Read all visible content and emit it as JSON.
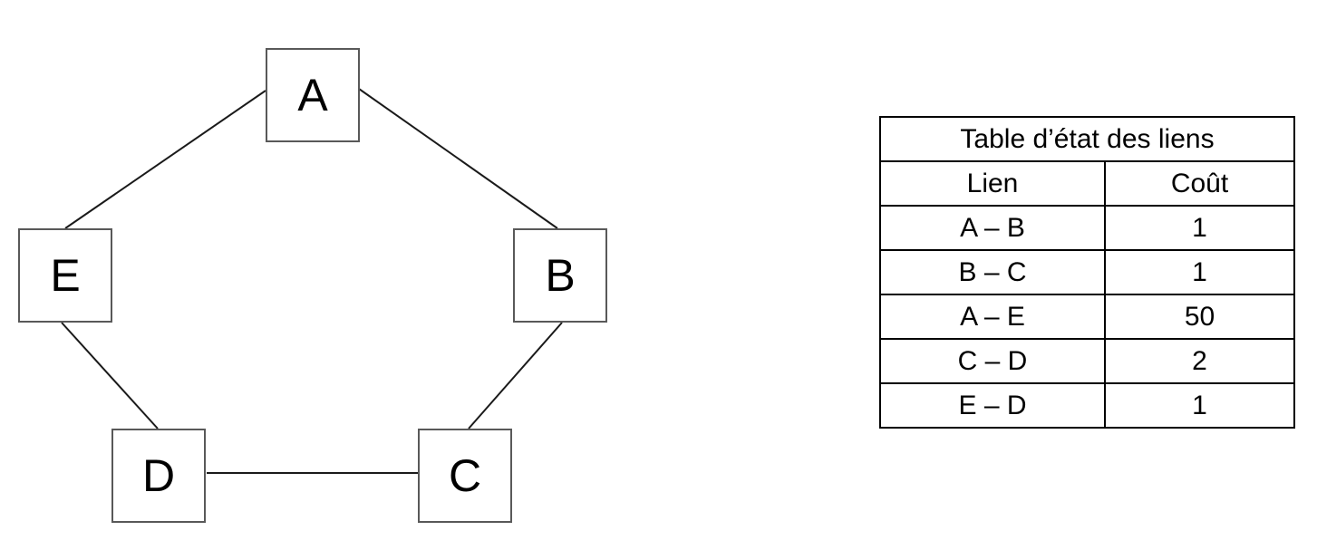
{
  "diagram": {
    "name": "network-topology",
    "nodes": [
      {
        "id": "A",
        "label": "A"
      },
      {
        "id": "B",
        "label": "B"
      },
      {
        "id": "C",
        "label": "C"
      },
      {
        "id": "D",
        "label": "D"
      },
      {
        "id": "E",
        "label": "E"
      }
    ],
    "edges": [
      {
        "from": "A",
        "to": "E"
      },
      {
        "from": "A",
        "to": "B"
      },
      {
        "from": "B",
        "to": "C"
      },
      {
        "from": "E",
        "to": "D"
      },
      {
        "from": "D",
        "to": "C"
      }
    ]
  },
  "table": {
    "title": "Table d’état des liens",
    "columns": [
      "Lien",
      "Coût"
    ],
    "rows": [
      {
        "lien": "A – B",
        "cout": "1"
      },
      {
        "lien": "B – C",
        "cout": "1"
      },
      {
        "lien": "A – E",
        "cout": "50"
      },
      {
        "lien": "C – D",
        "cout": "2"
      },
      {
        "lien": "E – D",
        "cout": "1"
      }
    ]
  },
  "colors": {
    "background": "#ffffff",
    "edge_line": "#1a1a1a",
    "node_border": "#595959",
    "table_border": "#000000",
    "text": "#000000"
  }
}
